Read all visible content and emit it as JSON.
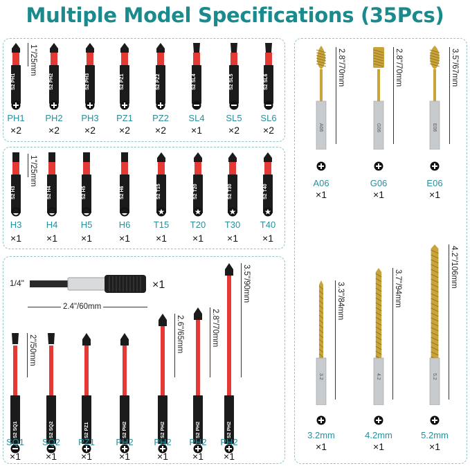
{
  "title": "Multiple Model Specifications (35Pcs)",
  "colors": {
    "accent": "#1a8a8c",
    "bit_red": "#e53935",
    "bit_black": "#1b1b1b",
    "gold": "#c9a43a",
    "silver": "#c8cbce"
  },
  "panel1": {
    "dimension": "1\"/25mm",
    "bits": [
      {
        "label": "S2 PH1",
        "code": "PH1",
        "qty": "×2",
        "tip": "cross"
      },
      {
        "label": "S2 PH2",
        "code": "PH2",
        "qty": "×2",
        "tip": "cross"
      },
      {
        "label": "S2 PH3",
        "code": "PH3",
        "qty": "×2",
        "tip": "cross"
      },
      {
        "label": "S2 PZ1",
        "code": "PZ1",
        "qty": "×2",
        "tip": "cross"
      },
      {
        "label": "S2 PZ2",
        "code": "PZ2",
        "qty": "×2",
        "tip": "cross"
      },
      {
        "label": "S2 SL4",
        "code": "SL4",
        "qty": "×1",
        "tip": "slot"
      },
      {
        "label": "S2 SL5",
        "code": "SL5",
        "qty": "×2",
        "tip": "slot"
      },
      {
        "label": "S2 SL6",
        "code": "SL6",
        "qty": "×2",
        "tip": "slot"
      }
    ]
  },
  "panel2": {
    "dimension": "1\"/25mm",
    "bits": [
      {
        "label": "S2 H3",
        "code": "H3",
        "qty": "×1",
        "tip": "hex"
      },
      {
        "label": "S2 H4",
        "code": "H4",
        "qty": "×1",
        "tip": "hex"
      },
      {
        "label": "S2 H5",
        "code": "H5",
        "qty": "×1",
        "tip": "hex"
      },
      {
        "label": "S2 H6",
        "code": "H6",
        "qty": "×1",
        "tip": "hex"
      },
      {
        "label": "S2 T15",
        "code": "T15",
        "qty": "×1",
        "tip": "torx"
      },
      {
        "label": "S2 T20",
        "code": "T20",
        "qty": "×1",
        "tip": "torx"
      },
      {
        "label": "S2 T30",
        "code": "T30",
        "qty": "×1",
        "tip": "torx"
      },
      {
        "label": "S2 T40",
        "code": "T40",
        "qty": "×1",
        "tip": "torx"
      }
    ]
  },
  "panel3": {
    "holder": {
      "size": "1/4\"",
      "qty": "×1",
      "length": "2.4\"/60mm"
    },
    "bits": [
      {
        "label": "S2 SQ1",
        "code": "SQ1",
        "qty": "×1",
        "tip": "slot",
        "dim": "2\"/50mm"
      },
      {
        "label": "S2 SQ2",
        "code": "SQ2",
        "qty": "×1",
        "tip": "slot",
        "dim": ""
      },
      {
        "label": "S2 PZ1",
        "code": "PZ1",
        "qty": "×1",
        "tip": "cross",
        "dim": ""
      },
      {
        "label": "S2 PH2",
        "code": "PH2",
        "qty": "×1",
        "tip": "cross",
        "dim": ""
      },
      {
        "label": "S2 PH2",
        "code": "PH2",
        "qty": "×1",
        "tip": "cross",
        "dim": "2.6\"/65mm"
      },
      {
        "label": "S2 PH2",
        "code": "PH2",
        "qty": "×1",
        "tip": "cross",
        "dim": "2.8\"/70mm"
      },
      {
        "label": "S2 PH2",
        "code": "PH2",
        "qty": "×1",
        "tip": "cross",
        "dim": "3.5\"/90mm"
      }
    ]
  },
  "panel4": {
    "burrs": [
      {
        "label": "A06",
        "code": "A06",
        "qty": "×1",
        "dim": "2.8\"/70mm"
      },
      {
        "label": "G06",
        "code": "G06",
        "qty": "×1",
        "dim": "2.8\"/70mm"
      },
      {
        "label": "E06",
        "code": "E06",
        "qty": "×1",
        "dim": "3.5\"/67mm"
      }
    ],
    "drills": [
      {
        "code": "3.2mm",
        "qty": "×1",
        "dim": "3.3\"/84mm",
        "shank": "3.2"
      },
      {
        "code": "4.2mm",
        "qty": "×1",
        "dim": "3.7\"/94mm",
        "shank": "4.2"
      },
      {
        "code": "5.2mm",
        "qty": "×1",
        "dim": "4.2\"/106mm",
        "shank": "5.2"
      }
    ]
  }
}
